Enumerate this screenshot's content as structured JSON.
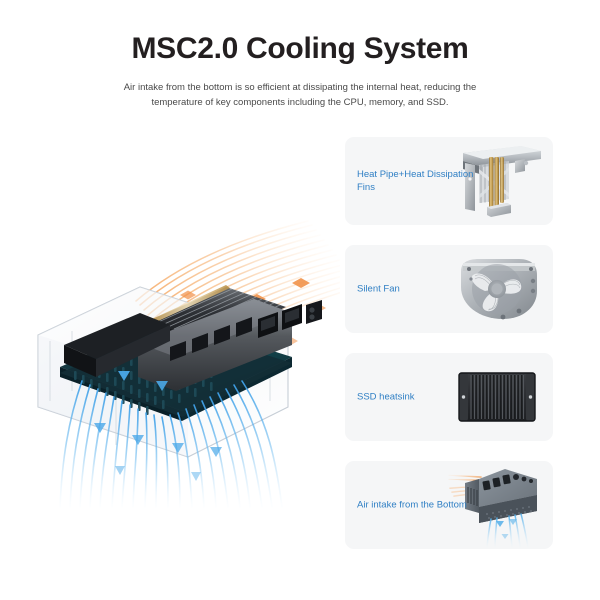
{
  "header": {
    "title": "MSC2.0 Cooling System",
    "subtitle": "Air intake from the bottom is so efficient at dissipating the internal heat, reducing the temperature of key components including the CPU, memory, and SSD."
  },
  "colors": {
    "background": "#ffffff",
    "title_text": "#231f20",
    "subtitle_text": "#4a4a4a",
    "card_background": "#f5f6f7",
    "card_label_text": "#2f7fc4",
    "hot_airflow": "#f08a3c",
    "cool_airflow": "#4aa8e8",
    "chassis_gray": "#5d656d",
    "heatpipe_copper": "#c89a4a",
    "heatsink_black": "#2b2d30",
    "metal_silver": "#b6babd"
  },
  "cards": [
    {
      "label": "Heat Pipe+Heat Dissipation Fins",
      "art": "heat-pipe-fins-image"
    },
    {
      "label": "Silent Fan",
      "art": "blower-fan-image"
    },
    {
      "label": "SSD heatsink",
      "art": "ssd-heatsink-image"
    },
    {
      "label": "Air intake from the Bottom",
      "art": "mini-pc-bottom-intake-image"
    }
  ],
  "product": {
    "name": "mini-pc-cutaway-illustration",
    "hot_air_label": "hot-air-exhaust-stream",
    "cool_air_label": "cool-air-intake-stream",
    "ports": [
      "usb-port",
      "usb-port",
      "usb-port",
      "usb-port",
      "rj45-port",
      "rj45-port",
      "power-connector"
    ]
  }
}
